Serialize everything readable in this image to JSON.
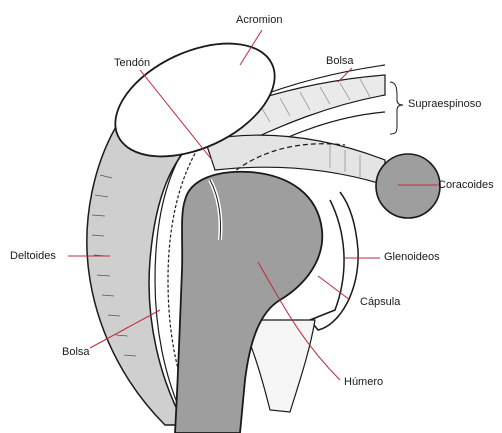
{
  "diagram": {
    "labels": {
      "acromion": "Acromion",
      "tendon": "Tendón",
      "bolsa_top": "Bolsa",
      "supraespinoso": "Supraespinoso",
      "coracoides": "Coracoides",
      "deltoides": "Deltoides",
      "glenoideos": "Glenoideos",
      "capsula": "Cápsula",
      "bolsa_bottom": "Bolsa",
      "humero": "Húmero"
    },
    "colors": {
      "bone": "#9e9e9e",
      "muscle": "#cfcfcf",
      "acromion": "#ffffff",
      "outline": "#1a1a1a",
      "leader": "#c0283c"
    }
  }
}
